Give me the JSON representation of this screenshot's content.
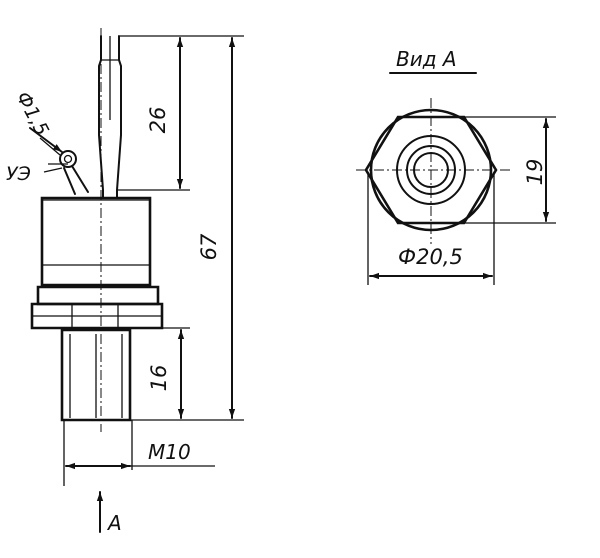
{
  "labels": {
    "view_title": "Вид А",
    "dim_lead_length": "26",
    "dim_total_length": "67",
    "dim_stud_length": "16",
    "dim_lead_diameter": "Ф1,5",
    "label_lead": "УЭ",
    "dim_thread": "M10",
    "view_arrow": "А",
    "dim_flat_width": "19",
    "dim_body_diameter": "Ф20,5"
  }
}
